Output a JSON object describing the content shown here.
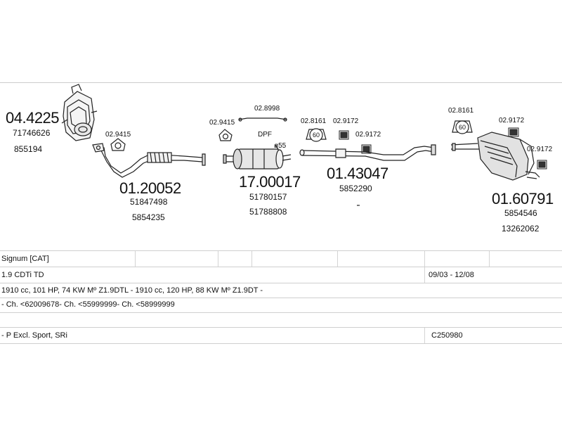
{
  "parts": {
    "front_cat": {
      "part_no": "04.4225",
      "refs": [
        "71746626",
        "855194"
      ]
    },
    "front_gasket": {
      "part_no": "02.9415"
    },
    "front_pipe": {
      "part_no": "01.20052",
      "refs": [
        "51847498",
        "5854235"
      ]
    },
    "dpf_gasket": {
      "part_no": "02.9415"
    },
    "dpf_rod": {
      "part_no": "02.8998"
    },
    "dpf": {
      "part_no": "17.00017",
      "label": "DPF",
      "diameter": "ø55",
      "refs": [
        "51780157",
        "51788808"
      ]
    },
    "mid_ring": {
      "part_no": "02.8161",
      "badge": "60"
    },
    "mid_hanger_1": {
      "part_no": "02.9172"
    },
    "mid_hanger_2": {
      "part_no": "02.9172"
    },
    "mid_pipe": {
      "part_no": "01.43047",
      "refs": [
        "5852290"
      ]
    },
    "rear_ring": {
      "part_no": "02.8161",
      "badge": "60"
    },
    "rear_hanger_1": {
      "part_no": "02.9172"
    },
    "rear_hanger_2": {
      "part_no": "02.9172"
    },
    "rear_box": {
      "part_no": "01.60791",
      "refs": [
        "5854546",
        "13262062"
      ]
    }
  },
  "info": {
    "model": "Signum  [CAT]",
    "engine": "1.9 CDTi TD",
    "years": "09/03 - 12/08",
    "specs": "1910 cc, 101 HP, 74 KW Mº Z1.9DTL - 1910 cc, 120 HP, 88 KW Mº Z1.9DT -",
    "chassis": "- Ch. <62009678- Ch. <55999999- Ch. <58999999",
    "exclusion": "- P Excl. Sport, SRi",
    "code": "C250980"
  }
}
